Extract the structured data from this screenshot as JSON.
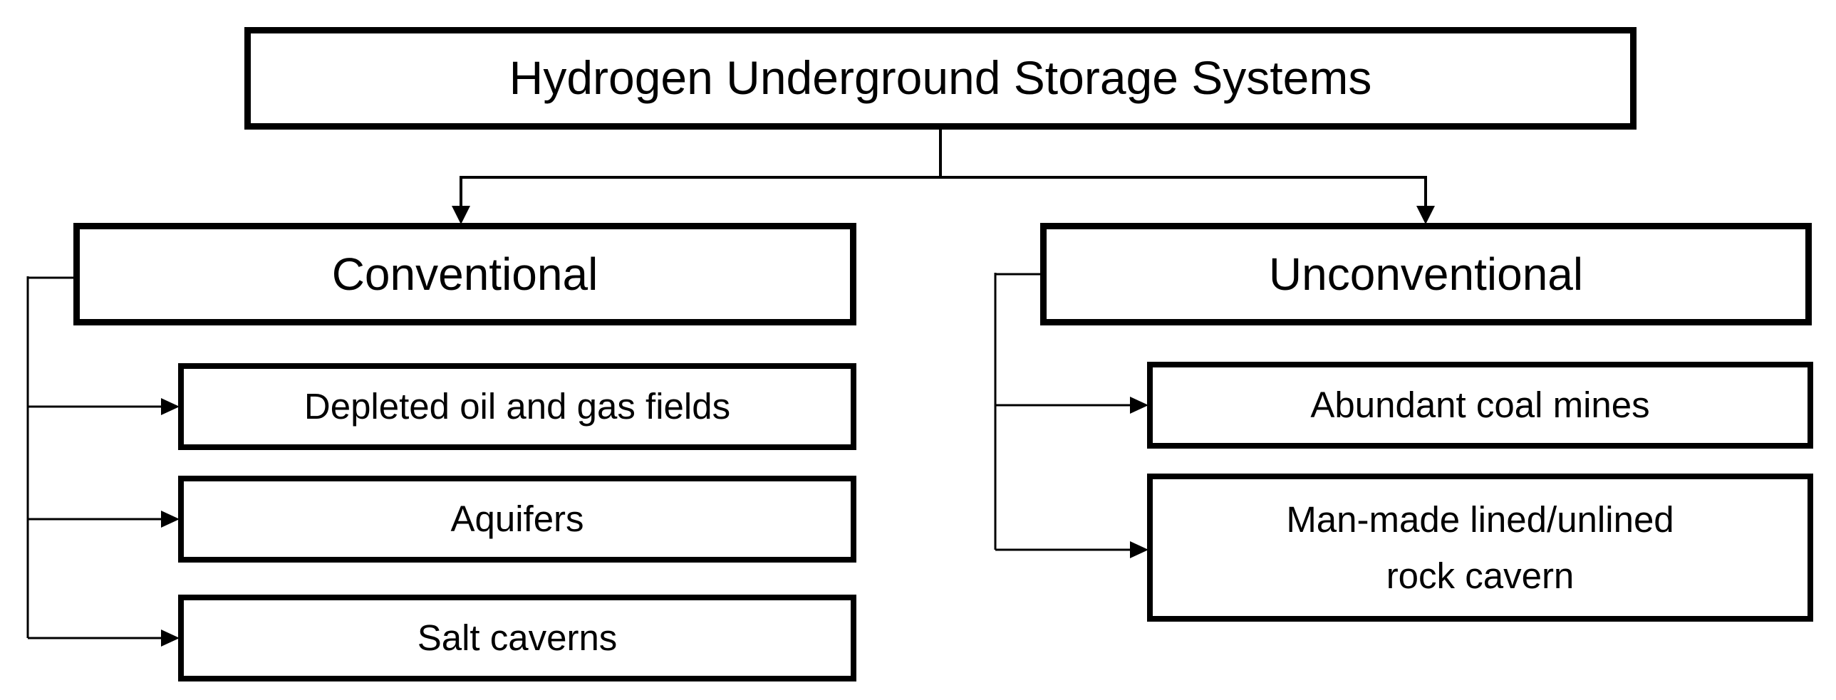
{
  "diagram": {
    "title": "Hydrogen Underground Storage Systems hierarchy",
    "root": {
      "label": "Hydrogen Underground Storage Systems"
    },
    "branches": [
      {
        "label": "Conventional",
        "children": [
          {
            "label": "Depleted oil and gas fields"
          },
          {
            "label": "Aquifers"
          },
          {
            "label": "Salt caverns"
          }
        ]
      },
      {
        "label": "Unconventional",
        "children": [
          {
            "label": "Abundant coal mines"
          },
          {
            "label": "Man-made lined/unlined rock cavern"
          }
        ]
      }
    ],
    "colors": {
      "background": "#ffffff",
      "box_fill": "#ffffff",
      "box_border": "#000000",
      "text": "#000000",
      "connector": "#000000"
    }
  }
}
